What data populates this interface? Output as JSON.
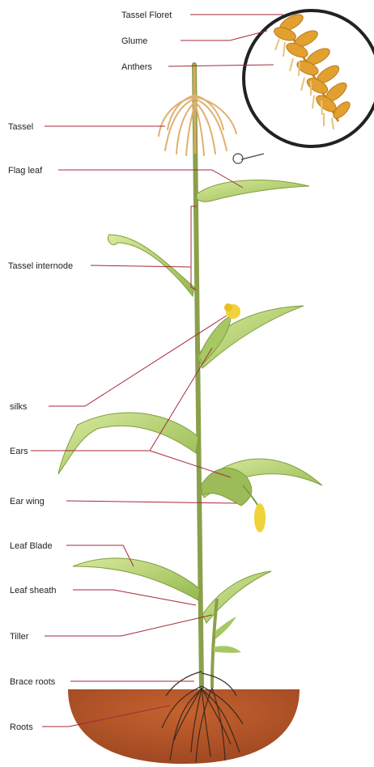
{
  "labels": {
    "tassel_floret": "Tassel Floret",
    "glume": "Glume",
    "anthers": "Anthers",
    "tassel": "Tassel",
    "flag_leaf": "Flag leaf",
    "tassel_internode": "Tassel internode",
    "silks": "silks",
    "ears": "Ears",
    "ear_wing": "Ear wing",
    "leaf_blade": "Leaf Blade",
    "leaf_sheath": "Leaf sheath",
    "tiller": "Tiller",
    "brace_roots": "Brace roots",
    "roots": "Roots"
  },
  "colors": {
    "leader_line": "#a52a3a",
    "leaf_light": "#c8e08a",
    "leaf_dark": "#8fb24a",
    "stalk": "#8aa04a",
    "soil": "#b5532a",
    "tassel": "#e0b070",
    "floret": "#e2a030",
    "anther": "#e8c27a",
    "ear_flower": "#f0d23a",
    "root": "#3a2a1e"
  }
}
